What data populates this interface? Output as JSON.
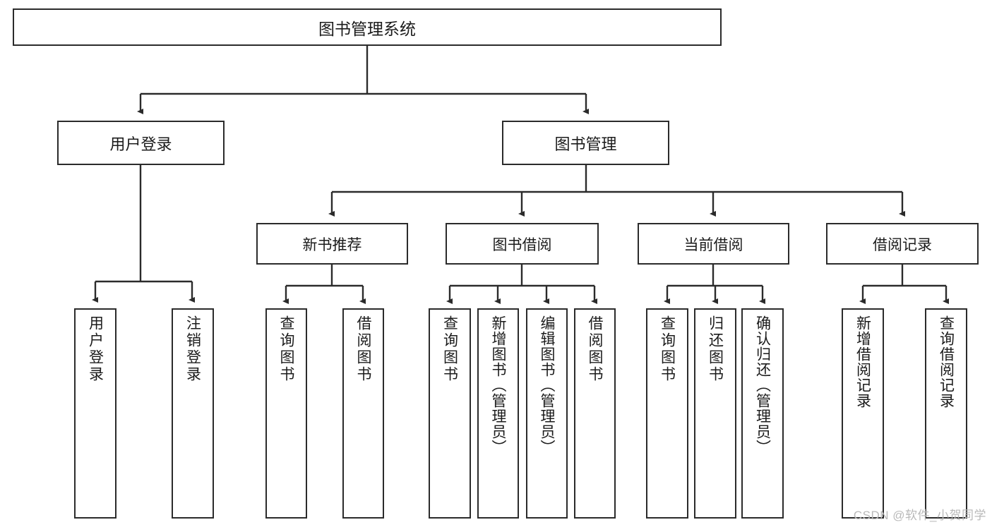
{
  "diagram": {
    "type": "tree-hierarchy-chart",
    "title": "图书管理系统",
    "orientation": "top-down",
    "levels": 4,
    "colors": {
      "box_border": "#2b2b2b",
      "box_fill": "#ffffff",
      "connector": "#2b2b2b",
      "text": "#1b1b1b",
      "watermark": "#b9b9b9",
      "background": "#ffffff"
    },
    "root": {
      "label": "图书管理系统"
    },
    "level2": [
      {
        "label": "用户登录"
      },
      {
        "label": "图书管理"
      }
    ],
    "level3": [
      {
        "label": "新书推荐"
      },
      {
        "label": "图书借阅"
      },
      {
        "label": "当前借阅"
      },
      {
        "label": "借阅记录"
      }
    ],
    "leaves": {
      "user_login": [
        {
          "label": "用户登录"
        },
        {
          "label": "注销登录"
        }
      ],
      "new_book_recommend": [
        {
          "label": "查询图书"
        },
        {
          "label": "借阅图书"
        }
      ],
      "book_borrow": [
        {
          "label": "查询图书"
        },
        {
          "label": "新增图书（管理员）"
        },
        {
          "label": "编辑图书（管理员）"
        },
        {
          "label": "借阅图书"
        }
      ],
      "current_borrow": [
        {
          "label": "查询图书"
        },
        {
          "label": "归还图书"
        },
        {
          "label": "确认归还（管理员）"
        }
      ],
      "borrow_record": [
        {
          "label": "新增借阅记录"
        },
        {
          "label": "查询借阅记录"
        }
      ]
    }
  },
  "watermark": {
    "text": "CSDN @软件_小贺同学"
  }
}
